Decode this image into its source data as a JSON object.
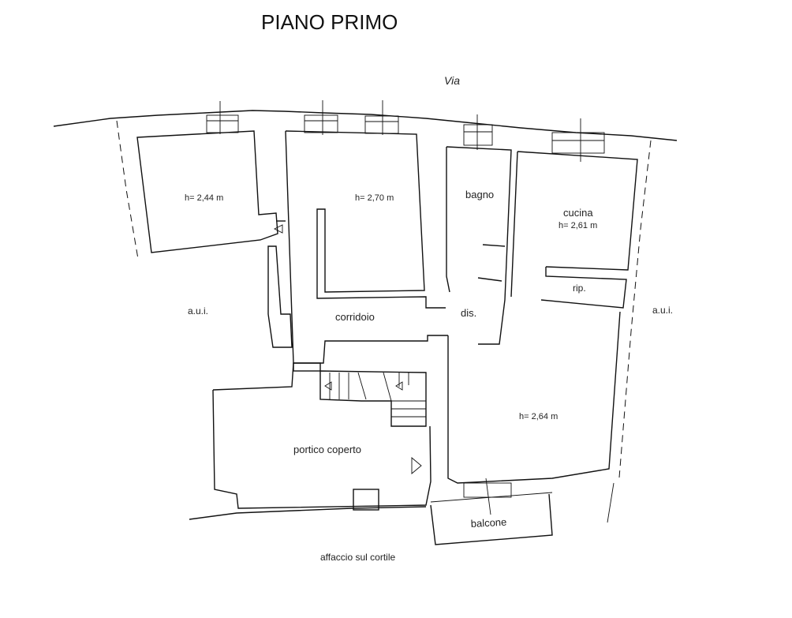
{
  "title": "PIANO PRIMO",
  "street": "Via",
  "rooms": {
    "room_left_height": "h= 2,44 m",
    "room_center_height": "h= 2,70 m",
    "bathroom": "bagno",
    "kitchen": "cucina",
    "kitchen_height": "h= 2,61 m",
    "storage": "rip.",
    "corridor": "corridoio",
    "hallway": "dis.",
    "living_height": "h= 2,64 m",
    "porch": "portico coperto",
    "balcony": "balcone"
  },
  "neighbors": {
    "left": "a.u.i.",
    "right": "a.u.i."
  },
  "courtyard": "affaccio sul cortile"
}
